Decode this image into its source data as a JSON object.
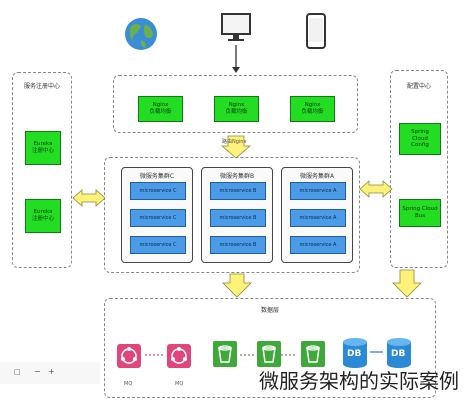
{
  "top": {
    "icons": [
      "globe-icon",
      "desktop-monitor-icon",
      "mobile-phone-icon"
    ]
  },
  "gateway": {
    "boxes": [
      {
        "line1": "Nginx",
        "line2": "负载均衡"
      },
      {
        "line1": "Nginx",
        "line2": "负载均衡"
      },
      {
        "line1": "Nginx",
        "line2": "负载均衡"
      }
    ],
    "bridge_label": "路由Nginx"
  },
  "left_panel": {
    "title": "服务注册中心",
    "boxes": [
      {
        "line1": "Eureka",
        "line2": "注册中心"
      },
      {
        "line1": "Eureka",
        "line2": "注册中心"
      }
    ]
  },
  "right_panel": {
    "title": "配置中心",
    "boxes": [
      {
        "line1": "Spring",
        "line2": "Cloud",
        "line3": "Config"
      },
      {
        "line1": "Spring Cloud",
        "line2": "Bus"
      }
    ]
  },
  "services": {
    "groups": [
      {
        "title": "微服务集群C",
        "items": [
          "microservice C",
          "microservice C",
          "microservice C"
        ]
      },
      {
        "title": "微服务集群B",
        "items": [
          "microservice B",
          "microservice B",
          "microservice B"
        ]
      },
      {
        "title": "微服务集群A",
        "items": [
          "microservice A",
          "microservice A",
          "microservice A"
        ]
      }
    ]
  },
  "data_layer": {
    "title": "数据层",
    "mq_labels": [
      "MQ",
      "MQ"
    ],
    "db_labels": [
      "DB",
      "DB"
    ]
  },
  "toolbar": {
    "items": [
      "□",
      "−",
      "+"
    ]
  },
  "caption": "微服务架构的实际案例",
  "colors": {
    "green": "#22dd22",
    "blue": "#4b9be6",
    "arrow": "#fff27a"
  }
}
